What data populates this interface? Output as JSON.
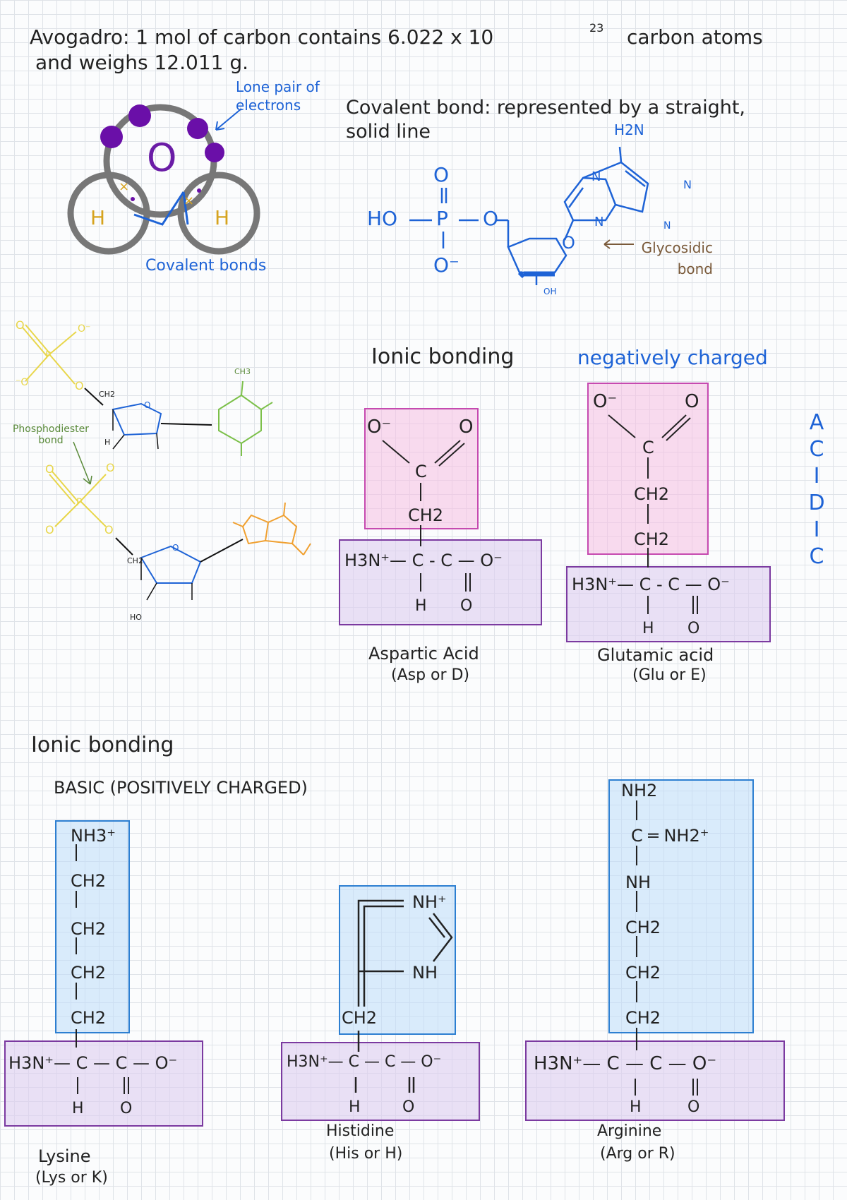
{
  "avogadro": {
    "line1": "Avogadro: 1 mol of carbon contains 6.022 x 10",
    "exponent": "23",
    "line1_end": "carbon atoms",
    "line2": "and weighs 12.011 g."
  },
  "water": {
    "oxygen": "O",
    "hydrogen_left": "H",
    "hydrogen_right": "H",
    "lone_pair_label": "Lone pair of electrons",
    "covalent_label": "Covalent bonds"
  },
  "covalent": {
    "title": "Covalent bond: represented by a straight, solid line",
    "amine": "H2N",
    "phosphate_o_top": "O",
    "phosphate_ho": "HO",
    "phosphate_p": "P",
    "phosphate_o_link": "O",
    "phosphate_o_minus": "O⁻",
    "ring_o": "O",
    "oh": "OH",
    "n_labels": [
      "N",
      "N",
      "N",
      "N"
    ],
    "glycosidic_label": "Glycosidic bond"
  },
  "dna": {
    "phosphodiester_label": "Phosphodiester bond",
    "p": "P",
    "ch3": "CH3",
    "ch2_a": "CH2",
    "ch2_b": "CH2",
    "ho": "HO",
    "h": "H"
  },
  "acidic_section": {
    "title": "Ionic bonding",
    "negatively_charged": "negatively charged",
    "acidic_letters": [
      "A",
      "C",
      "I",
      "D",
      "I",
      "C"
    ],
    "aspartic": {
      "o_minus": "O⁻",
      "o": "O",
      "c": "C",
      "ch2": "CH2",
      "backbone": "H3N⁺— C - C — O⁻",
      "h": "H",
      "o_bottom": "O",
      "name": "Aspartic Acid",
      "abbr": "(Asp or D)"
    },
    "glutamic": {
      "o_minus": "O⁻",
      "o": "O",
      "c": "C",
      "ch2_a": "CH2",
      "ch2_b": "CH2",
      "backbone": "H3N⁺— C - C — O⁻",
      "h": "H",
      "o_bottom": "O",
      "name": "Glutamic acid",
      "abbr": "(Glu or E)"
    }
  },
  "basic_section": {
    "title": "Ionic bonding",
    "subtitle": "BASIC (POSITIVELY CHARGED)",
    "lysine": {
      "nh3": "NH3⁺",
      "ch2": [
        "CH2",
        "CH2",
        "CH2",
        "CH2"
      ],
      "backbone": "H3N⁺— C — C — O⁻",
      "h": "H",
      "o": "O",
      "name": "Lysine",
      "abbr": "(Lys or K)"
    },
    "histidine": {
      "nh_plus": "NH⁺",
      "nh": "NH",
      "ch2": "CH2",
      "backbone": "H3N⁺— C — C — O⁻",
      "h": "H",
      "o": "O",
      "name": "Histidine",
      "abbr": "(His or H)"
    },
    "arginine": {
      "nh2": "NH2",
      "c_nh2": "C ═ NH2⁺",
      "nh": "NH",
      "ch2": [
        "CH2",
        "CH2",
        "CH2"
      ],
      "backbone": "H3N⁺— C — C — O⁻",
      "h": "H",
      "o": "O",
      "name": "Arginine",
      "abbr": "(Arg or R)"
    }
  },
  "colors": {
    "blue": "#1e63d6",
    "purple": "#6a1ca6",
    "pink_box": "#c64ab0",
    "purple_box": "#7b3aa0",
    "blue_box": "#2d7fd1",
    "phosphate_yellow": "#e8d64a",
    "thymine_green": "#7cc04a",
    "purine_orange": "#f0a030"
  }
}
